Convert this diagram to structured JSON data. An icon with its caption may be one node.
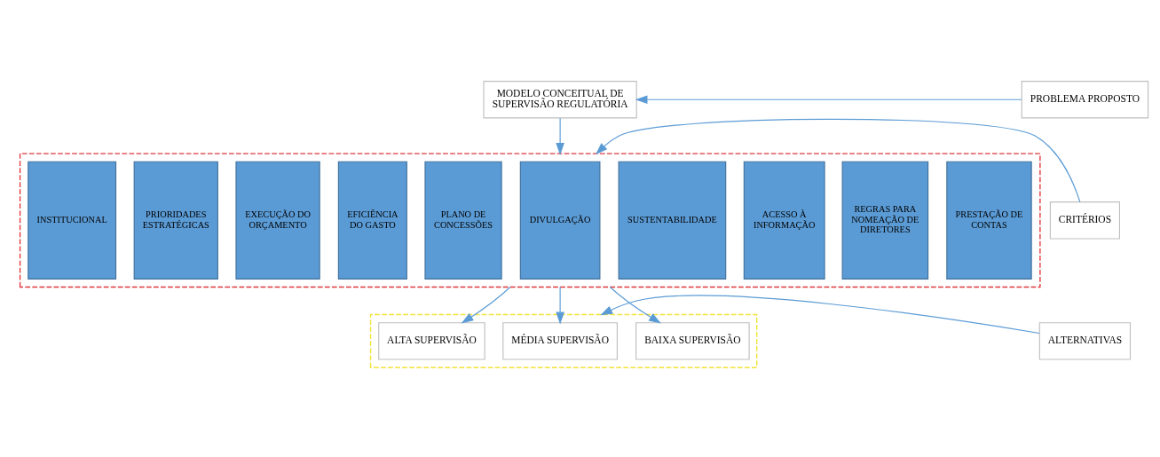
{
  "diagram": {
    "nodes": [
      {
        "text": [
          "MODELO CONCEITUAL DE SUPERVISÃO REGULATÓRIA"
        ]
      },
      {
        "text": [
          "PROBLEMA PROPOSTO"
        ]
      },
      {
        "text": [],
        "shape": "box"
      },
      {
        "text": [
          "INSTITUCIONAL"
        ],
        "in": 2
      },
      {
        "text": [
          "PRIORIDADES ESTRATÉGICAS"
        ],
        "in": 2
      },
      {
        "text": [
          "EXECUÇÃO DO ORÇAMENTO"
        ],
        "in": 2
      },
      {
        "text": [
          "EFICIÊNCIA DO GASTO"
        ],
        "in": 2
      },
      {
        "text": [
          "PLANO DE CONCESSÕES"
        ],
        "in": 2
      },
      {
        "text": [
          "DIVULGAÇÃO"
        ],
        "in": 2
      },
      {
        "text": [
          "SUSTENTABILIDADE"
        ],
        "in": 2
      },
      {
        "text": [
          "ACESSO À INFORMAÇÃO"
        ],
        "in": 2
      },
      {
        "text": [
          "REGRAS PARA NOMEAÇÃO DE DIRETORES"
        ],
        "in": 2
      },
      {
        "text": [
          "PRESTAÇÃO DE CONTAS"
        ],
        "in": 2
      },
      {
        "text": [
          "CRITÉRIOS"
        ]
      },
      {
        "text": [],
        "shape": "box"
      },
      {
        "text": [
          "ALTA SUPERVISÃO"
        ],
        "in": 14
      },
      {
        "text": [
          "MÉDIA SUPERVISÃO"
        ],
        "in": 14
      },
      {
        "text": [
          "BAIXA SUPERVISÃO"
        ],
        "in": 14
      },
      {
        "text": [
          "ALTERNATIVAS"
        ]
      }
    ],
    "edges": [
      {
        "from": 1,
        "to": 0,
        "arrow": "to"
      },
      {
        "from": 0,
        "to": 2,
        "arrow": "to"
      },
      {
        "from": 13,
        "to": 2,
        "arrow": "to"
      },
      {
        "from": 2,
        "to": 15,
        "arrow": "to"
      },
      {
        "from": 2,
        "to": 16,
        "arrow": "to"
      },
      {
        "from": 2,
        "to": 17,
        "arrow": "to"
      },
      {
        "from": 18,
        "to": 14,
        "arrow": "to"
      }
    ]
  }
}
